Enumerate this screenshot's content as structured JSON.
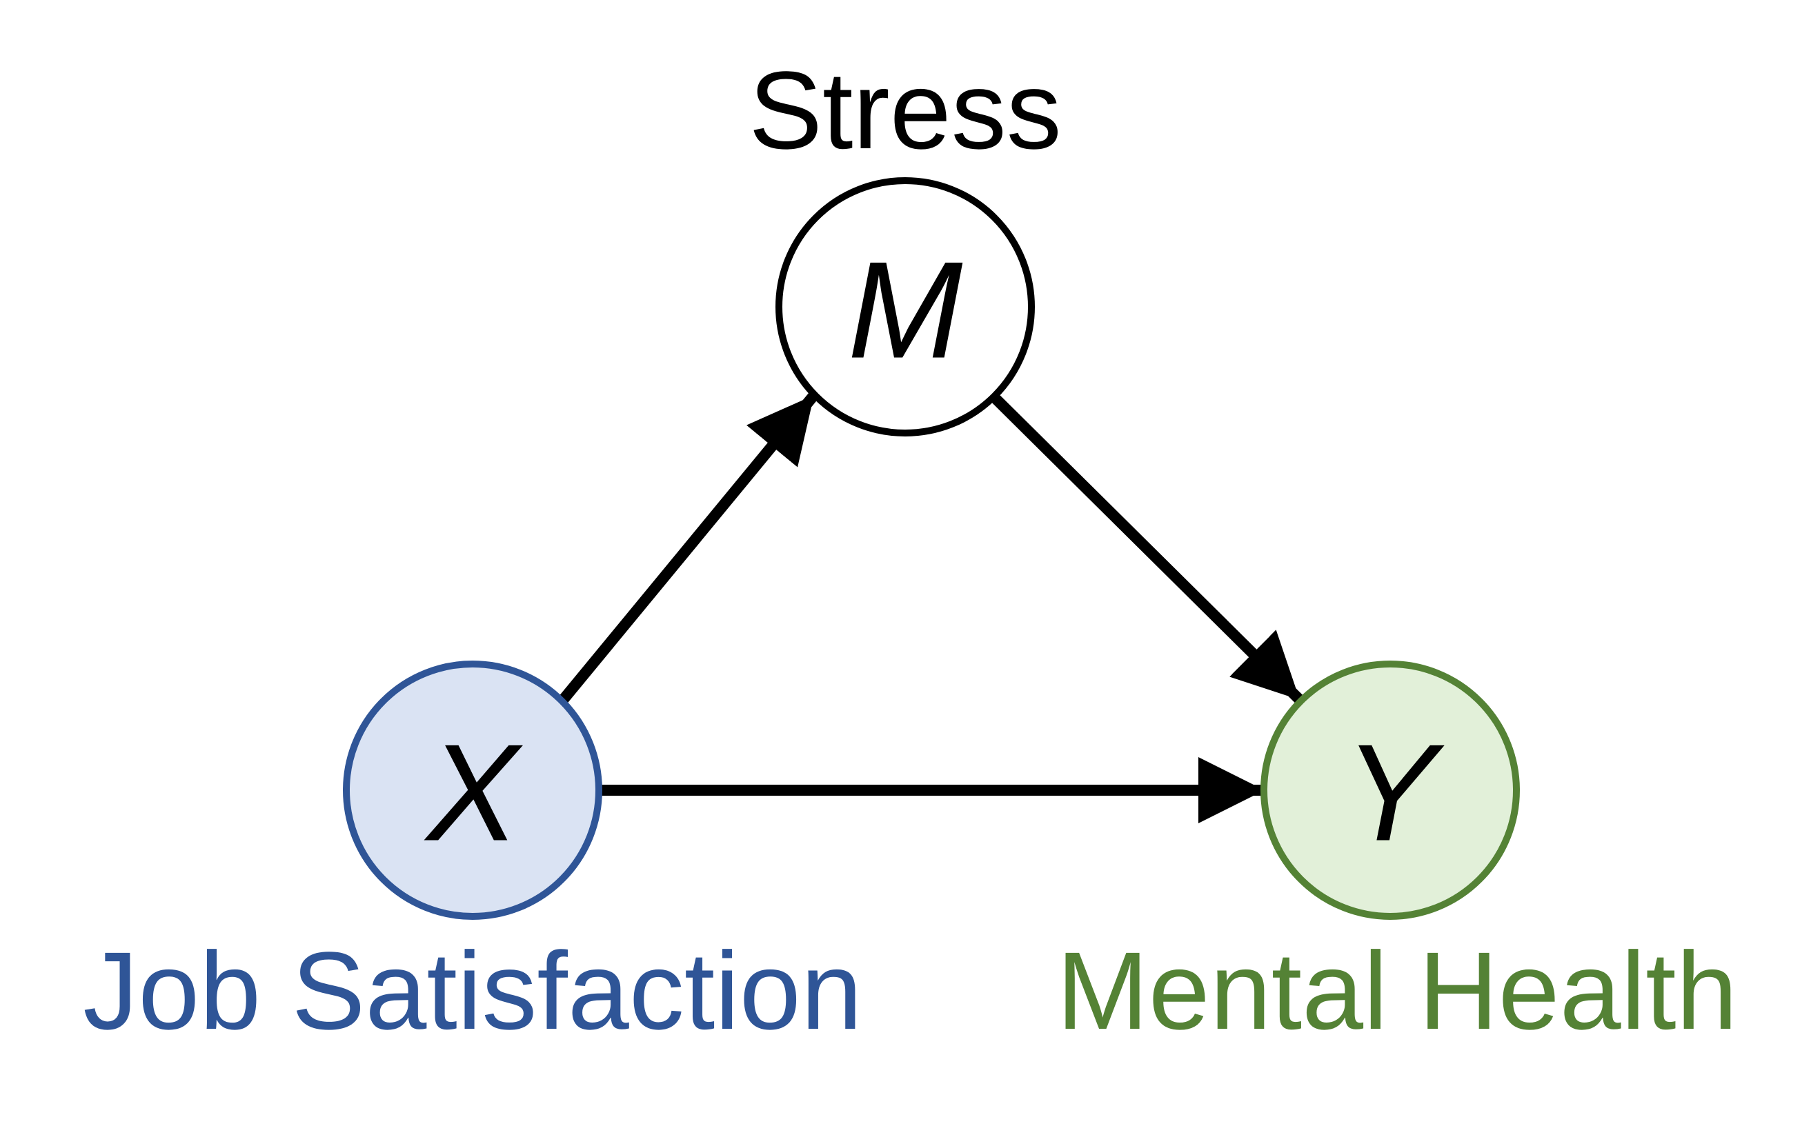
{
  "diagram": {
    "nodes": {
      "x": {
        "letter": "X",
        "caption": "Job Satisfaction"
      },
      "m": {
        "letter": "M",
        "caption": "Stress"
      },
      "y": {
        "letter": "Y",
        "caption": "Mental Health"
      }
    },
    "edges": [
      {
        "from": "X",
        "to": "M"
      },
      {
        "from": "M",
        "to": "Y"
      },
      {
        "from": "X",
        "to": "Y"
      }
    ],
    "colors": {
      "x_fill": "#dae3f3",
      "x_stroke": "#2f5597",
      "m_fill": "#ffffff",
      "m_stroke": "#000000",
      "y_fill": "#e2f0d9",
      "y_stroke": "#548235",
      "edge": "#000000"
    }
  }
}
